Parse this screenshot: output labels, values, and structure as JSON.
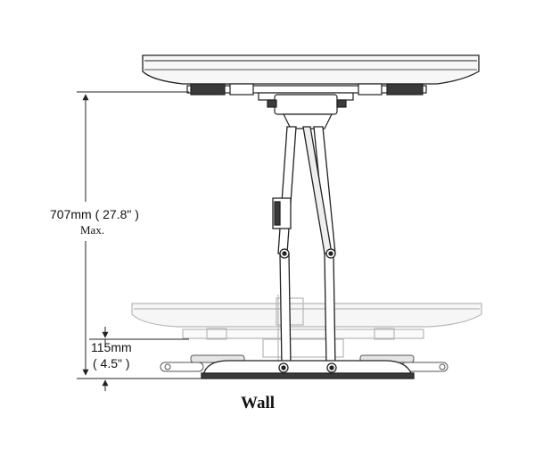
{
  "labels": {
    "max_extension": "707mm ( 27.8\" )",
    "max_suffix": "Max.",
    "min_extension_mm": "115mm",
    "min_extension_in": "( 4.5\" )",
    "wall": "Wall"
  },
  "colors": {
    "line": "#222222",
    "ghost": "#b8b8b8",
    "fill_dark": "#3a3a3a",
    "fill_light": "#f2f2f2"
  }
}
